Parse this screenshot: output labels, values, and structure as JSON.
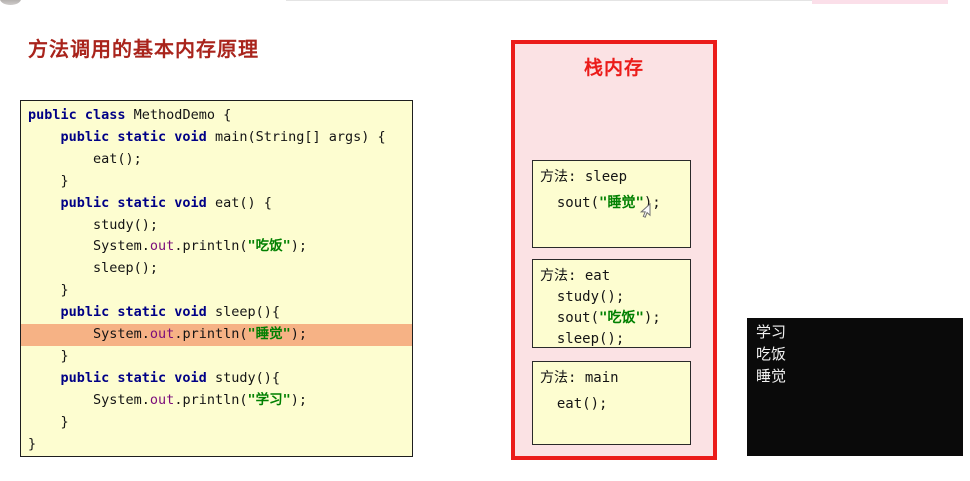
{
  "title": "方法调用的基本内存原理",
  "colors": {
    "title_red": "#A9241C",
    "box_red": "#EB1C1A",
    "stack_bg": "#FBE2E4",
    "panel_yellow": "#FDFDD0",
    "highlight_bg": "#F6B285",
    "keyword": "#000086",
    "field": "#7B0C7B",
    "string": "#018001",
    "plain": "#141414",
    "console_bg": "#0A0A0A",
    "console_text": "#F2F2F2"
  },
  "code_panel": {
    "lines": [
      {
        "segments": [
          [
            "k",
            "public class "
          ],
          [
            "p",
            "MethodDemo {"
          ]
        ]
      },
      {
        "segments": [
          [
            "p",
            "    "
          ],
          [
            "k",
            "public static void "
          ],
          [
            "p",
            "main(String[] args) {"
          ]
        ]
      },
      {
        "segments": [
          [
            "p",
            "        eat();"
          ]
        ]
      },
      {
        "segments": [
          [
            "p",
            "    }"
          ]
        ]
      },
      {
        "segments": [
          [
            "p",
            "    "
          ],
          [
            "k",
            "public static void "
          ],
          [
            "p",
            "eat() {"
          ]
        ]
      },
      {
        "segments": [
          [
            "p",
            "        study();"
          ]
        ]
      },
      {
        "segments": [
          [
            "p",
            "        System."
          ],
          [
            "f",
            "out"
          ],
          [
            "p",
            ".println("
          ],
          [
            "s",
            "\"吃饭\""
          ],
          [
            "p",
            ");"
          ]
        ]
      },
      {
        "segments": [
          [
            "p",
            "        sleep();"
          ]
        ]
      },
      {
        "segments": [
          [
            "p",
            "    }"
          ]
        ]
      },
      {
        "segments": [
          [
            "p",
            "    "
          ],
          [
            "k",
            "public static void "
          ],
          [
            "p",
            "sleep(){"
          ]
        ]
      },
      {
        "highlight": true,
        "segments": [
          [
            "p",
            "        System."
          ],
          [
            "f",
            "out"
          ],
          [
            "p",
            ".println("
          ],
          [
            "s",
            "\"睡觉\""
          ],
          [
            "p",
            ");"
          ]
        ]
      },
      {
        "segments": [
          [
            "p",
            "    }"
          ]
        ]
      },
      {
        "segments": [
          [
            "p",
            "    "
          ],
          [
            "k",
            "public static void "
          ],
          [
            "p",
            "study(){"
          ]
        ]
      },
      {
        "segments": [
          [
            "p",
            "        System."
          ],
          [
            "f",
            "out"
          ],
          [
            "p",
            ".println("
          ],
          [
            "s",
            "\"学习\""
          ],
          [
            "p",
            ");"
          ]
        ]
      },
      {
        "segments": [
          [
            "p",
            "    }"
          ]
        ]
      },
      {
        "segments": [
          [
            "p",
            "}"
          ]
        ]
      }
    ]
  },
  "stack_panel": {
    "title": "栈内存",
    "frames": [
      {
        "name": "sleep",
        "title": "方法: sleep",
        "lines": [
          {
            "gap": true
          },
          {
            "segments": [
              [
                "p",
                "  sout("
              ],
              [
                "s",
                "\"睡觉\""
              ],
              [
                "p",
                ");"
              ]
            ]
          }
        ]
      },
      {
        "name": "eat",
        "title": "方法: eat",
        "lines": [
          {
            "segments": [
              [
                "p",
                "  study();"
              ]
            ]
          },
          {
            "segments": [
              [
                "p",
                "  sout("
              ],
              [
                "s",
                "\"吃饭\""
              ],
              [
                "p",
                ");"
              ]
            ]
          },
          {
            "segments": [
              [
                "p",
                "  sleep();"
              ]
            ]
          }
        ]
      },
      {
        "name": "main",
        "title": "方法: main",
        "lines": [
          {
            "gap": true
          },
          {
            "segments": [
              [
                "p",
                "  eat();"
              ]
            ]
          }
        ]
      }
    ]
  },
  "console_panel": {
    "lines": [
      "学习",
      "吃饭",
      "睡觉"
    ]
  }
}
